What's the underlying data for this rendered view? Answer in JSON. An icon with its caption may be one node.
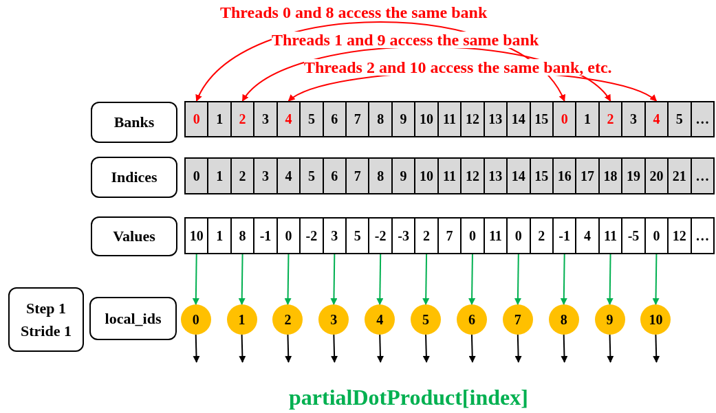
{
  "diagram": {
    "caption": "partialDotProduct[index]",
    "nodes": [
      {
        "text": [
          "Banks"
        ]
      },
      {
        "text": [
          "Indices"
        ]
      },
      {
        "text": [
          "Values"
        ]
      },
      {
        "text": [
          "Step 1",
          "Stride 1"
        ]
      },
      {
        "text": [
          "local_ids"
        ]
      },
      {
        "text": [
          "0"
        ]
      },
      {
        "text": [
          "1"
        ]
      },
      {
        "text": [
          "2"
        ]
      },
      {
        "text": [
          "3"
        ]
      },
      {
        "text": [
          "4"
        ]
      },
      {
        "text": [
          "5"
        ]
      },
      {
        "text": [
          "6"
        ]
      },
      {
        "text": [
          "7"
        ]
      },
      {
        "text": [
          "8"
        ]
      },
      {
        "text": [
          "9"
        ]
      },
      {
        "text": [
          "10"
        ]
      },
      {
        "text": [
          "11"
        ]
      },
      {
        "text": [
          "12"
        ]
      },
      {
        "text": [
          "13"
        ]
      },
      {
        "text": [
          "14"
        ]
      },
      {
        "text": [
          "15"
        ]
      },
      {
        "text": [
          "0"
        ]
      },
      {
        "text": [
          "1"
        ]
      },
      {
        "text": [
          "2"
        ]
      },
      {
        "text": [
          "3"
        ]
      },
      {
        "text": [
          "4"
        ]
      },
      {
        "text": [
          "5"
        ]
      },
      {
        "text": [
          "…"
        ]
      },
      {
        "text": [
          "0"
        ]
      },
      {
        "text": [
          "1"
        ]
      },
      {
        "text": [
          "2"
        ]
      },
      {
        "text": [
          "3"
        ]
      },
      {
        "text": [
          "4"
        ]
      },
      {
        "text": [
          "5"
        ]
      },
      {
        "text": [
          "6"
        ]
      },
      {
        "text": [
          "7"
        ]
      },
      {
        "text": [
          "8"
        ]
      },
      {
        "text": [
          "9"
        ]
      },
      {
        "text": [
          "10"
        ]
      },
      {
        "text": [
          "11"
        ]
      },
      {
        "text": [
          "12"
        ]
      },
      {
        "text": [
          "13"
        ]
      },
      {
        "text": [
          "14"
        ]
      },
      {
        "text": [
          "15"
        ]
      },
      {
        "text": [
          "16"
        ]
      },
      {
        "text": [
          "17"
        ]
      },
      {
        "text": [
          "18"
        ]
      },
      {
        "text": [
          "19"
        ]
      },
      {
        "text": [
          "20"
        ]
      },
      {
        "text": [
          "21"
        ]
      },
      {
        "text": [
          "…"
        ]
      },
      {
        "text": [
          "10"
        ]
      },
      {
        "text": [
          "1"
        ]
      },
      {
        "text": [
          "8"
        ]
      },
      {
        "text": [
          "-1"
        ]
      },
      {
        "text": [
          "0"
        ]
      },
      {
        "text": [
          "-2"
        ]
      },
      {
        "text": [
          "3"
        ]
      },
      {
        "text": [
          "5"
        ]
      },
      {
        "text": [
          "-2"
        ]
      },
      {
        "text": [
          "-3"
        ]
      },
      {
        "text": [
          "2"
        ]
      },
      {
        "text": [
          "7"
        ]
      },
      {
        "text": [
          "0"
        ]
      },
      {
        "text": [
          "11"
        ]
      },
      {
        "text": [
          "0"
        ]
      },
      {
        "text": [
          "2"
        ]
      },
      {
        "text": [
          "-1"
        ]
      },
      {
        "text": [
          "4"
        ]
      },
      {
        "text": [
          "11"
        ]
      },
      {
        "text": [
          "-5"
        ]
      },
      {
        "text": [
          "0"
        ]
      },
      {
        "text": [
          "12"
        ]
      },
      {
        "text": [
          "…"
        ]
      },
      {
        "text": [
          "0"
        ]
      },
      {
        "text": [
          "1"
        ]
      },
      {
        "text": [
          "2"
        ]
      },
      {
        "text": [
          "3"
        ]
      },
      {
        "text": [
          "4"
        ]
      },
      {
        "text": [
          "5"
        ]
      },
      {
        "text": [
          "6"
        ]
      },
      {
        "text": [
          "7"
        ]
      },
      {
        "text": [
          "8"
        ]
      },
      {
        "text": [
          "9"
        ]
      },
      {
        "text": [
          "10"
        ]
      }
    ],
    "edges": [
      {
        "from": 5,
        "to": 21,
        "arrow": "both",
        "label": "Threads 0 and 8 access the same bank",
        "color": "#ff0000"
      },
      {
        "from": 7,
        "to": 23,
        "arrow": "both",
        "label": "Threads 1 and 9 access the same bank",
        "color": "#ff0000"
      },
      {
        "from": 9,
        "to": 25,
        "arrow": "both",
        "label": "Threads 2 and 10 access the same bank, etc.",
        "color": "#ff0000"
      },
      {
        "from": 51,
        "to": 74,
        "arrow": "to",
        "color": "#00b050"
      },
      {
        "from": 53,
        "to": 75,
        "arrow": "to",
        "color": "#00b050"
      },
      {
        "from": 55,
        "to": 76,
        "arrow": "to",
        "color": "#00b050"
      },
      {
        "from": 57,
        "to": 77,
        "arrow": "to",
        "color": "#00b050"
      },
      {
        "from": 59,
        "to": 78,
        "arrow": "to",
        "color": "#00b050"
      },
      {
        "from": 61,
        "to": 79,
        "arrow": "to",
        "color": "#00b050"
      },
      {
        "from": 63,
        "to": 80,
        "arrow": "to",
        "color": "#00b050"
      },
      {
        "from": 65,
        "to": 81,
        "arrow": "to",
        "color": "#00b050"
      },
      {
        "from": 67,
        "to": 82,
        "arrow": "to",
        "color": "#00b050"
      },
      {
        "from": 69,
        "to": 83,
        "arrow": "to",
        "color": "#00b050"
      },
      {
        "from": 71,
        "to": 84,
        "arrow": "to",
        "color": "#00b050"
      },
      {
        "from": 74,
        "to": null,
        "arrow": "to",
        "color": "#000000"
      },
      {
        "from": 75,
        "to": null,
        "arrow": "to",
        "color": "#000000"
      },
      {
        "from": 76,
        "to": null,
        "arrow": "to",
        "color": "#000000"
      },
      {
        "from": 77,
        "to": null,
        "arrow": "to",
        "color": "#000000"
      },
      {
        "from": 78,
        "to": null,
        "arrow": "to",
        "color": "#000000"
      },
      {
        "from": 79,
        "to": null,
        "arrow": "to",
        "color": "#000000"
      },
      {
        "from": 80,
        "to": null,
        "arrow": "to",
        "color": "#000000"
      },
      {
        "from": 81,
        "to": null,
        "arrow": "to",
        "color": "#000000"
      },
      {
        "from": 82,
        "to": null,
        "arrow": "to",
        "color": "#000000"
      },
      {
        "from": 83,
        "to": null,
        "arrow": "to",
        "color": "#000000"
      },
      {
        "from": 84,
        "to": null,
        "arrow": "to",
        "color": "#000000"
      }
    ]
  }
}
